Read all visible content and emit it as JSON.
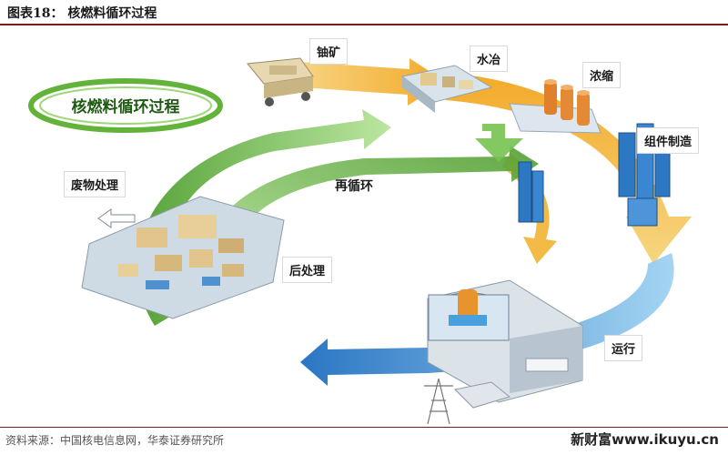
{
  "header": {
    "title": "图表18：   核燃料循环过程"
  },
  "diagram": {
    "badge": "核燃料循环过程",
    "labels": {
      "mining": "铀矿",
      "hydrometallurgy": "水冶",
      "enrichment": "浓缩",
      "fabrication": "组件制造",
      "operation": "运行",
      "reprocessing": "后处理",
      "waste": "废物处理",
      "recycle": "再循环"
    }
  },
  "footer": {
    "source": "资料来源：中国核电信息网，华泰证券研究所",
    "watermark": "新财富www.ikuyu.cn"
  },
  "colors": {
    "accent_rule": "#7b1b1b",
    "green_arrow": "#5fae3e",
    "orange_arrow": "#f2a51e",
    "blue_arrow": "#2f86d1"
  }
}
